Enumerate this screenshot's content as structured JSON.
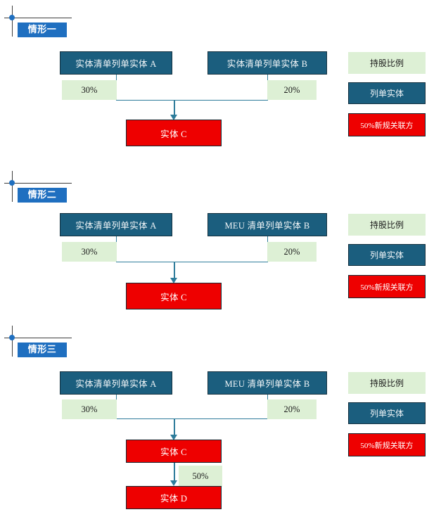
{
  "page": {
    "background": "#ffffff",
    "accent_blue": "#1F6FC0",
    "entity_fill": "#1B5E7E",
    "entity_border": "#13303F",
    "target_fill": "#EE0000",
    "target_border": "#16262F",
    "percent_fill": "#DDF0D5",
    "connector_color": "#2E7C9B"
  },
  "sections": [
    {
      "marker_label": "情形一",
      "entity_a": "实体清单列单实体 A",
      "entity_b": "实体清单列单实体 B",
      "pct_a": "30%",
      "pct_b": "20%",
      "target_c": "实体 C",
      "legend": {
        "percent": "持股比例",
        "entity": "列单实体",
        "target": "50%新规关联方"
      }
    },
    {
      "marker_label": "情形二",
      "entity_a": "实体清单列单实体 A",
      "entity_b": "MEU 清单列单实体 B",
      "pct_a": "30%",
      "pct_b": "20%",
      "target_c": "实体 C",
      "legend": {
        "percent": "持股比例",
        "entity": "列单实体",
        "target": "50%新规关联方"
      }
    },
    {
      "marker_label": "情形三",
      "entity_a": "实体清单列单实体 A",
      "entity_b": "MEU 清单列单实体 B",
      "pct_a": "30%",
      "pct_b": "20%",
      "target_c": "实体 C",
      "pct_cd": "50%",
      "target_d": "实体 D",
      "legend": {
        "percent": "持股比例",
        "entity": "列单实体",
        "target": "50%新规关联方"
      }
    }
  ]
}
